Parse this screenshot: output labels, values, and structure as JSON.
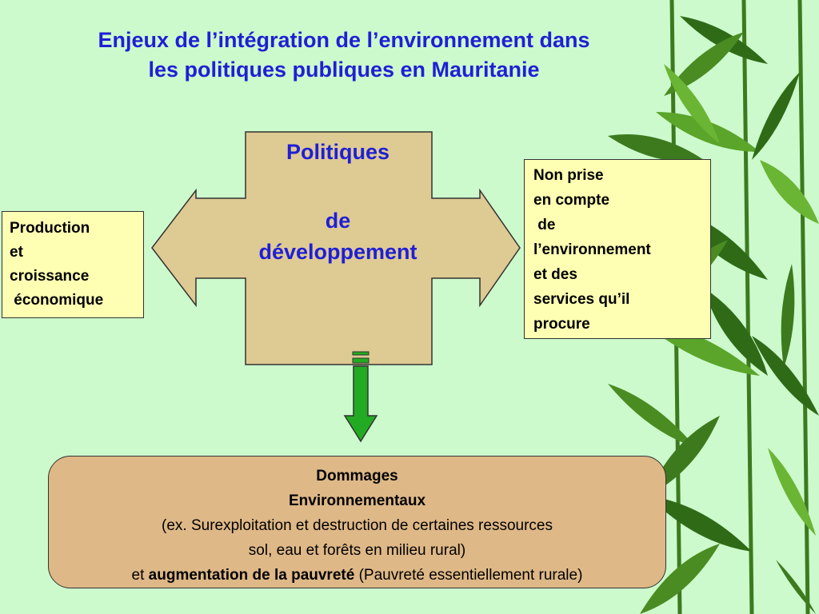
{
  "title": {
    "line1": "Enjeux de l’intégration de l’environnement dans",
    "line2": "les politiques publiques en Mauritanie"
  },
  "center": {
    "line1": "Politiques",
    "line2": "de",
    "line3": "développement"
  },
  "left_box": {
    "lines": [
      "Production",
      "et",
      "croissance",
      " économique"
    ]
  },
  "right_box": {
    "lines": [
      "Non prise",
      "en compte",
      " de",
      "l’environnement",
      "et des",
      "services qu’il",
      "procure"
    ]
  },
  "bottom_box": {
    "line1": "Dommages",
    "line2": "Environnementaux",
    "line3": "(ex.  Surexploitation et destruction de certaines ressources",
    "line4": "sol, eau et forêts en milieu rural)",
    "line5_prefix": "et ",
    "line5_bold": "augmentation de la pauvreté",
    "line5_suffix": " (Pauvreté essentiellement rurale)"
  },
  "colors": {
    "background": "#ccfacc",
    "title": "#1f1fd6",
    "shape_fill": "#deca93",
    "note_fill": "#ffffb3",
    "bottom_fill": "#deb887",
    "arrow_green": "#22aa22"
  }
}
